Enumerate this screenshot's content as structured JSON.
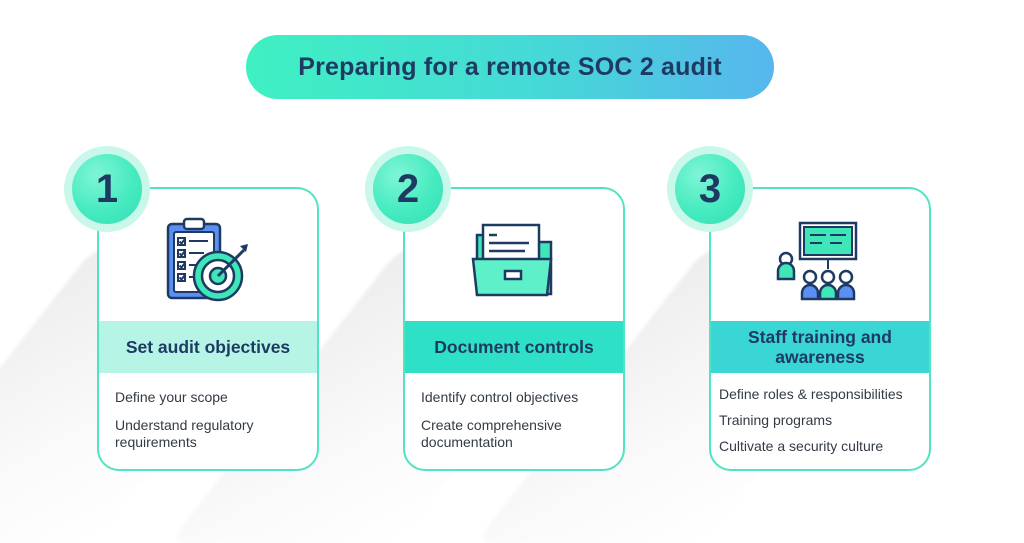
{
  "title": "Preparing for a remote SOC 2 audit",
  "colors": {
    "navy": "#1e3a63",
    "mint": "#46ebc0",
    "band1": "#b6f5e6",
    "band2": "#2ee0c6",
    "band3": "#3ad6d6"
  },
  "steps": [
    {
      "number": "1",
      "heading": "Set audit objectives",
      "icon": "clipboard-target-icon",
      "items": [
        "Define your scope",
        "Understand regulatory requirements"
      ]
    },
    {
      "number": "2",
      "heading": "Document controls",
      "icon": "folder-documents-icon",
      "items": [
        "Identify control objectives",
        "Create comprehensive documentation"
      ]
    },
    {
      "number": "3",
      "heading": "Staff training and awareness",
      "icon": "presentation-team-icon",
      "items": [
        "Define roles & responsibilities",
        "Training programs",
        "Cultivate a security culture"
      ]
    }
  ]
}
